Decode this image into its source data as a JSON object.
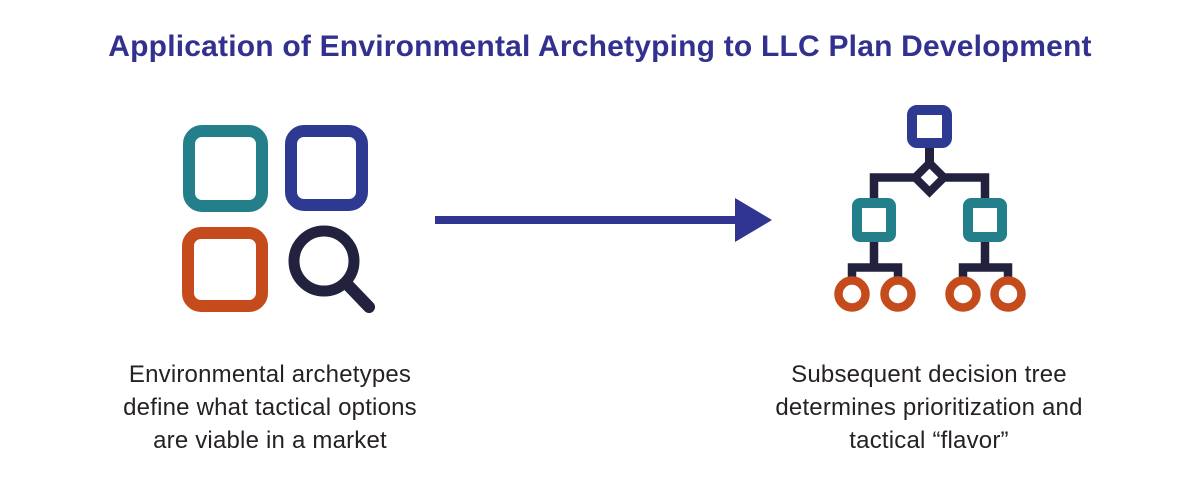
{
  "diagram": {
    "title": "Application of Environmental Archetyping to LLC Plan Development"
  },
  "left_panel": {
    "icon": "archetypes-grid-magnifier-icon",
    "caption_lines": {
      "0": "Environmental archetypes",
      "1": "define what tactical options",
      "2": "are viable in a market"
    }
  },
  "arrow": {
    "icon": "right-arrow-icon",
    "direction": "right"
  },
  "right_panel": {
    "icon": "decision-tree-icon",
    "caption_lines": {
      "0": "Subsequent decision tree",
      "1": "determines prioritization and",
      "2": "tactical “flavor”"
    }
  },
  "colors": {
    "title_blue": "#32318F",
    "square_blue": "#2E3A92",
    "teal": "#23808A",
    "orange": "#C54B1C",
    "navy": "#22213E",
    "arrow_blue": "#2F3590",
    "caption_text": "#262223",
    "background": "#FFFFFF"
  }
}
